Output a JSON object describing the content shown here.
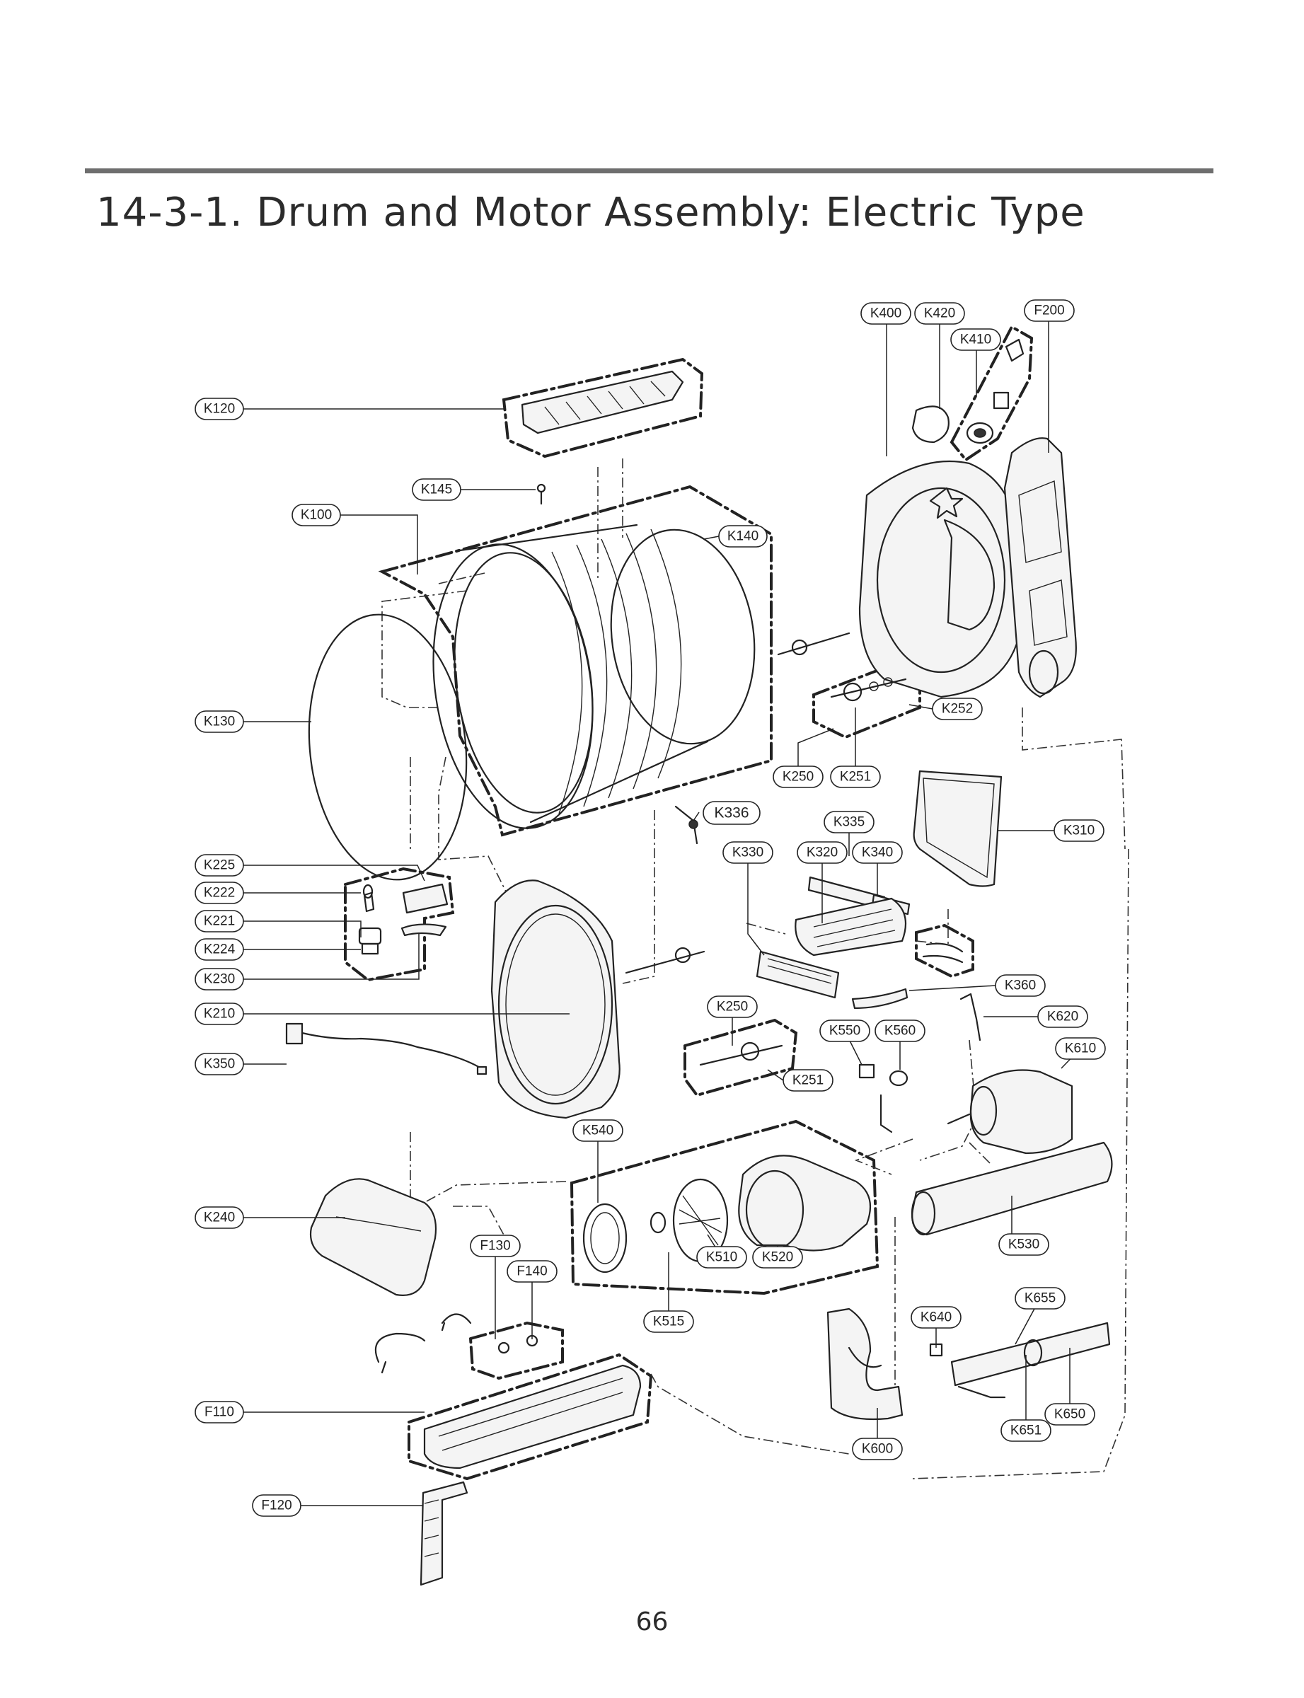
{
  "header": {
    "title": "14-3-1. Drum and Motor Assembly: Electric Type"
  },
  "footer": {
    "page_number": "66"
  },
  "callouts": [
    {
      "id": "K400"
    },
    {
      "id": "K420"
    },
    {
      "id": "F200"
    },
    {
      "id": "K410"
    },
    {
      "id": "K120"
    },
    {
      "id": "K145"
    },
    {
      "id": "K100"
    },
    {
      "id": "K140"
    },
    {
      "id": "K252"
    },
    {
      "id": "K130"
    },
    {
      "id": "K250"
    },
    {
      "id": "K251"
    },
    {
      "id": "K336"
    },
    {
      "id": "K335"
    },
    {
      "id": "K310"
    },
    {
      "id": "K330"
    },
    {
      "id": "K320"
    },
    {
      "id": "K340"
    },
    {
      "id": "K225"
    },
    {
      "id": "K222"
    },
    {
      "id": "K221"
    },
    {
      "id": "K224"
    },
    {
      "id": "K230"
    },
    {
      "id": "K360"
    },
    {
      "id": "K210"
    },
    {
      "id": "K250"
    },
    {
      "id": "K620"
    },
    {
      "id": "K550"
    },
    {
      "id": "K560"
    },
    {
      "id": "K610"
    },
    {
      "id": "K350"
    },
    {
      "id": "K251"
    },
    {
      "id": "K540"
    },
    {
      "id": "K240"
    },
    {
      "id": "F130"
    },
    {
      "id": "K530"
    },
    {
      "id": "K510"
    },
    {
      "id": "K520"
    },
    {
      "id": "F140"
    },
    {
      "id": "K655"
    },
    {
      "id": "K515"
    },
    {
      "id": "K640"
    },
    {
      "id": "F110"
    },
    {
      "id": "K650"
    },
    {
      "id": "K651"
    },
    {
      "id": "K600"
    },
    {
      "id": "F120"
    }
  ]
}
